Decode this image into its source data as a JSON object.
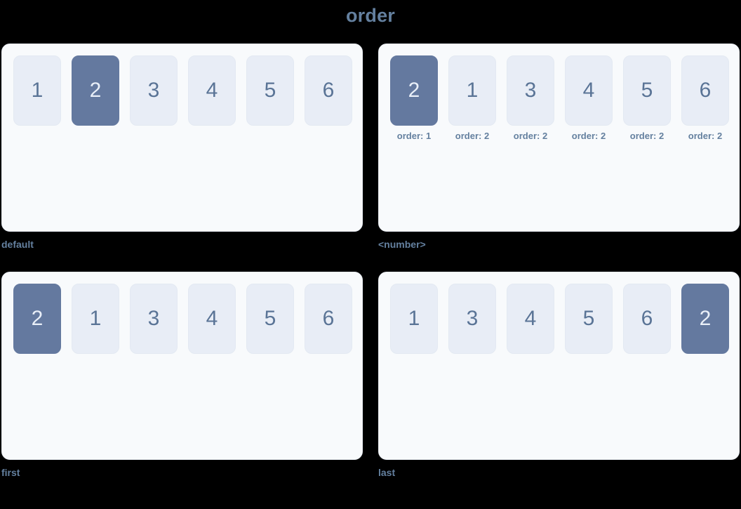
{
  "title": "order",
  "colors": {
    "page_background": "#000000",
    "panel_background": "#f8fafc",
    "panel_border": "#e9edf3",
    "item_background": "#e8edf6",
    "item_text": "#5a7496",
    "item_active_background": "#64799f",
    "item_active_text": "#e9eff8",
    "label_text": "#64809f",
    "title_text": "#64809f"
  },
  "panels": [
    {
      "id": "default",
      "caption": "default",
      "show_order_labels": false,
      "items": [
        {
          "value": "1",
          "active": false,
          "order_label": ""
        },
        {
          "value": "2",
          "active": true,
          "order_label": ""
        },
        {
          "value": "3",
          "active": false,
          "order_label": ""
        },
        {
          "value": "4",
          "active": false,
          "order_label": ""
        },
        {
          "value": "5",
          "active": false,
          "order_label": ""
        },
        {
          "value": "6",
          "active": false,
          "order_label": ""
        }
      ]
    },
    {
      "id": "number",
      "caption": "<number>",
      "show_order_labels": true,
      "items": [
        {
          "value": "2",
          "active": true,
          "order_label": "order: 1"
        },
        {
          "value": "1",
          "active": false,
          "order_label": "order: 2"
        },
        {
          "value": "3",
          "active": false,
          "order_label": "order: 2"
        },
        {
          "value": "4",
          "active": false,
          "order_label": "order: 2"
        },
        {
          "value": "5",
          "active": false,
          "order_label": "order: 2"
        },
        {
          "value": "6",
          "active": false,
          "order_label": "order: 2"
        }
      ]
    },
    {
      "id": "first",
      "caption": "first",
      "show_order_labels": false,
      "items": [
        {
          "value": "2",
          "active": true,
          "order_label": ""
        },
        {
          "value": "1",
          "active": false,
          "order_label": ""
        },
        {
          "value": "3",
          "active": false,
          "order_label": ""
        },
        {
          "value": "4",
          "active": false,
          "order_label": ""
        },
        {
          "value": "5",
          "active": false,
          "order_label": ""
        },
        {
          "value": "6",
          "active": false,
          "order_label": ""
        }
      ]
    },
    {
      "id": "last",
      "caption": "last",
      "show_order_labels": false,
      "items": [
        {
          "value": "1",
          "active": false,
          "order_label": ""
        },
        {
          "value": "3",
          "active": false,
          "order_label": ""
        },
        {
          "value": "4",
          "active": false,
          "order_label": ""
        },
        {
          "value": "5",
          "active": false,
          "order_label": ""
        },
        {
          "value": "6",
          "active": false,
          "order_label": ""
        },
        {
          "value": "2",
          "active": true,
          "order_label": ""
        }
      ]
    }
  ]
}
